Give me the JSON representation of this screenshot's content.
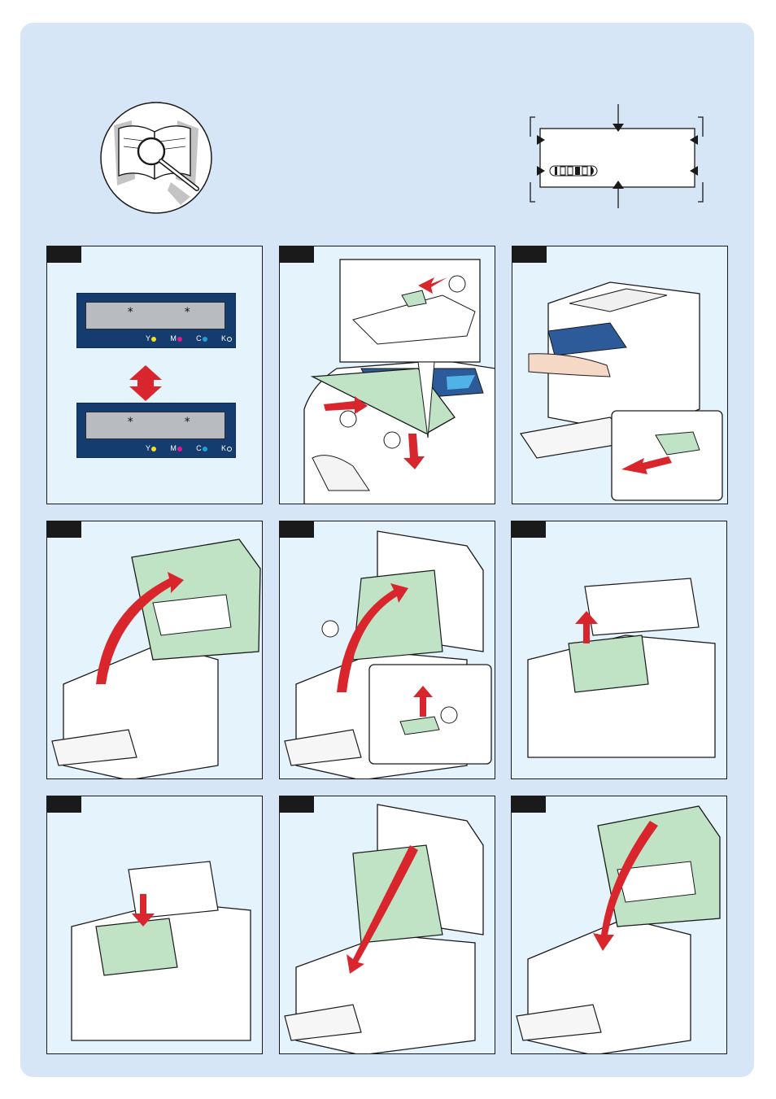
{
  "colors": {
    "page_background": "#d6e6f6",
    "panel_background": "#e4f3fc",
    "accent_red": "#d9262c",
    "part_green": "#bfe3c4",
    "lcd_blue": "#143c6e",
    "toner_yellow": "#f4e31c",
    "toner_magenta": "#e4168c",
    "toner_cyan": "#1da1dd",
    "toner_black": "#ffffff"
  },
  "icons": {
    "header_left": "manual-magnifier-icon",
    "header_right": "lcd-display-diagram-icon"
  },
  "lcd_panel": {
    "marker_symbol": "*",
    "toner_labels": [
      "Y",
      "M",
      "C",
      "K"
    ]
  },
  "callouts": [
    "",
    "",
    ""
  ],
  "panels": [
    {
      "step": "",
      "illustration": "lcd-display-toggle"
    },
    {
      "step": "",
      "illustration": "open-scanner-lock"
    },
    {
      "step": "",
      "illustration": "press-release-button"
    },
    {
      "step": "",
      "illustration": "open-top-cover"
    },
    {
      "step": "",
      "illustration": "release-lever"
    },
    {
      "step": "",
      "illustration": "remove-unit"
    },
    {
      "step": "",
      "illustration": "insert-unit"
    },
    {
      "step": "",
      "illustration": "close-inner-cover"
    },
    {
      "step": "",
      "illustration": "close-top-cover"
    }
  ]
}
